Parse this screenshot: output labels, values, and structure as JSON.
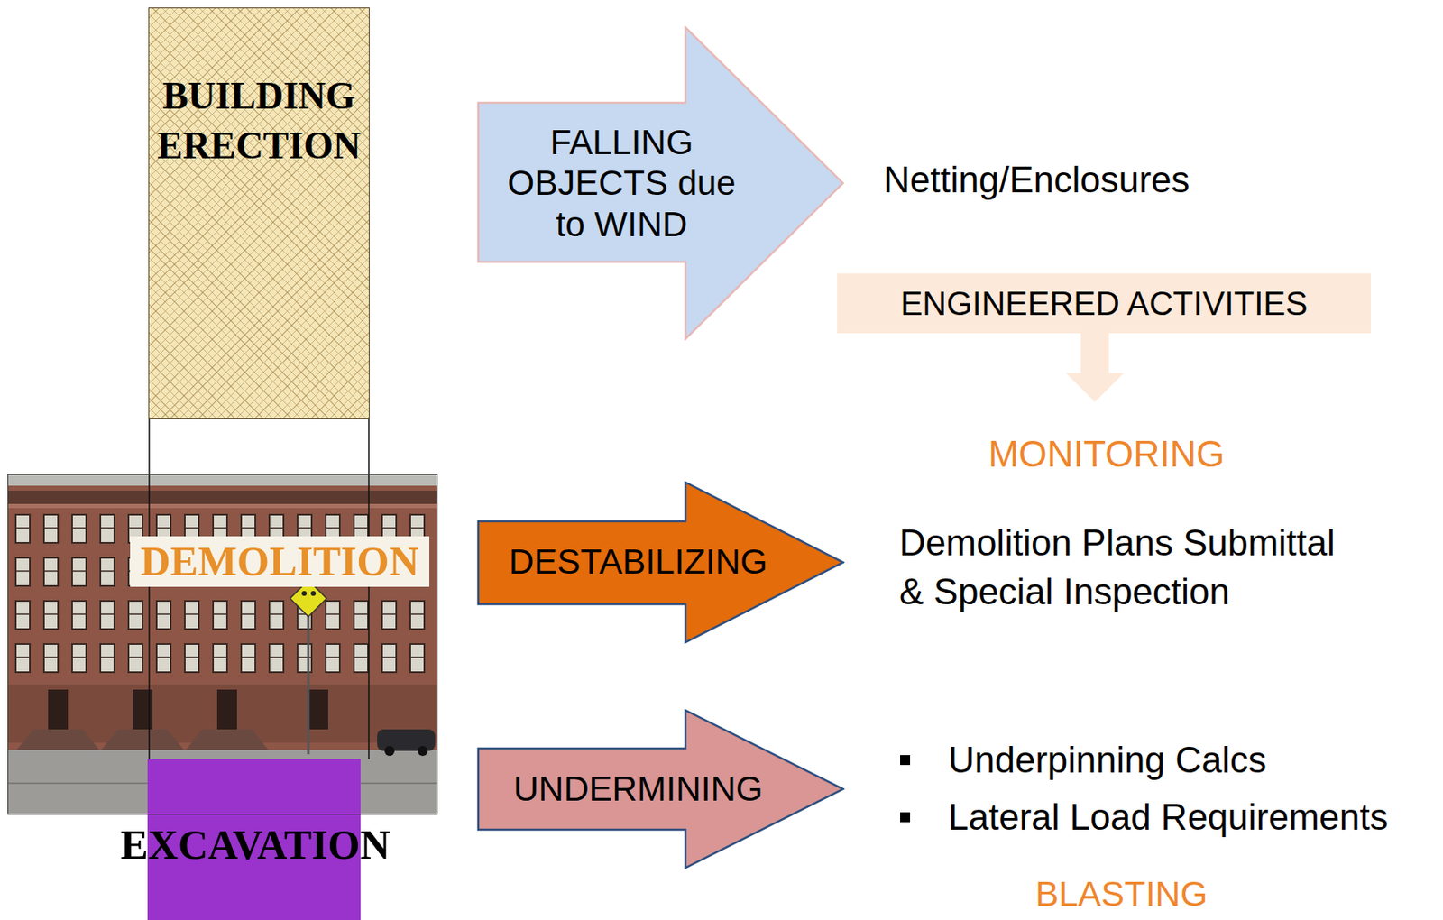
{
  "diagram": {
    "nodes": [
      {
        "text": [
          "BUILDING ERECTION"
        ]
      },
      {
        "text": [
          "FALLING OBJECTS due to WIND"
        ]
      },
      {
        "text": [
          "ENGINEERED ACTIVITIES"
        ]
      },
      {
        "text": [
          "DEMOLITION"
        ]
      },
      {
        "text": [
          "DESTABILIZING"
        ]
      },
      {
        "text": [
          "EXCAVATION"
        ]
      },
      {
        "text": [
          "UNDERMINING"
        ]
      }
    ],
    "labels": [
      "Netting/Enclosures",
      "MONITORING",
      "Demolition Plans Submittal & Special Inspection",
      "Underpinning Calcs",
      "Lateral Load Requirements",
      "BLASTING"
    ]
  }
}
